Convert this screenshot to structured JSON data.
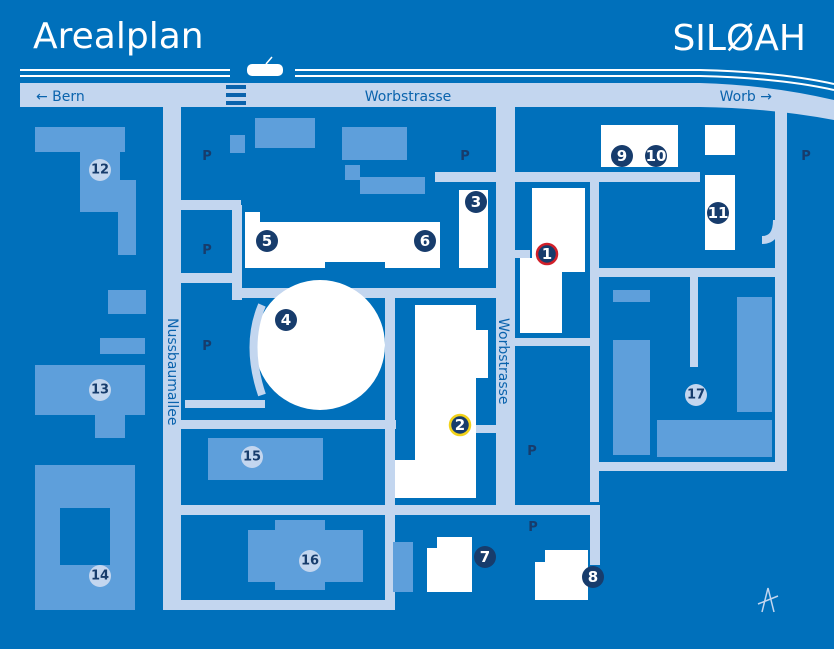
{
  "title": "Arealplan",
  "brand": "SILØAH",
  "streets": {
    "main": "Worbstrasse",
    "side": "Worbstrasse",
    "avenue": "Nussbaumallee",
    "left_dir": "← Bern",
    "right_dir": "Worb →"
  },
  "parking_label": "P",
  "markers": {
    "m1": "1",
    "m2": "2",
    "m3": "3",
    "m4": "4",
    "m5": "5",
    "m6": "6",
    "m7": "7",
    "m8": "8",
    "m9": "9",
    "m10": "10",
    "m11": "11",
    "m12": "12",
    "m13": "13",
    "m14": "14",
    "m15": "15",
    "m16": "16",
    "m17": "17"
  },
  "colors": {
    "background": "#0070bb",
    "road": "#c3d6ef",
    "marker": "#173c6c",
    "highlight_1": "#d0202a",
    "highlight_2": "#f2d21a"
  }
}
